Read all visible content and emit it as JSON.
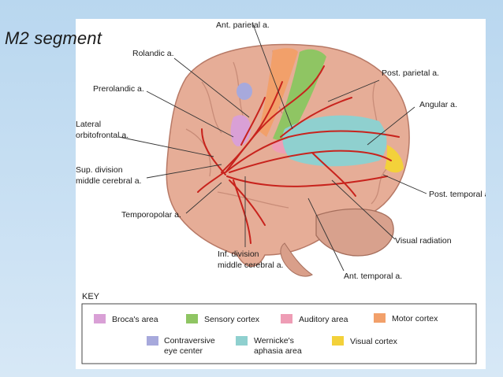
{
  "slide": {
    "title": "M2 segment"
  },
  "labels": {
    "ant_parietal": "Ant. parietal a.",
    "rolandic": "Rolandic a.",
    "post_parietal": "Post. parietal a.",
    "prerolandic": "Prerolandic a.",
    "angular": "Angular a.",
    "lateral_orbito_1": "Lateral",
    "lateral_orbito_2": "orbitofrontal a.",
    "sup_division_1": "Sup. division",
    "sup_division_2": "middle cerebral a.",
    "post_temporal": "Post. temporal a.",
    "temporopolar": "Temporopolar a.",
    "visual_radiation": "Visual radiation",
    "inf_division_1": "Inf. division",
    "inf_division_2": "middle cerebral a.",
    "ant_temporal": "Ant. temporal a."
  },
  "key": {
    "title": "KEY",
    "items": [
      {
        "label": "Broca's area",
        "color": "#d9a0d6"
      },
      {
        "label": "Sensory cortex",
        "color": "#8fc563"
      },
      {
        "label": "Auditory area",
        "color": "#ee9db5"
      },
      {
        "label": "Motor cortex",
        "color": "#f2a06a"
      },
      {
        "label_1": "Contraversive",
        "label_2": "eye center",
        "color": "#a7a9dc"
      },
      {
        "label_1": "Wernicke's",
        "label_2": "aphasia area",
        "color": "#8fd0cf"
      },
      {
        "label": "Visual cortex",
        "color": "#f3d13a"
      }
    ]
  },
  "colors": {
    "brain": "#e6ad97",
    "cerebellum": "#d8a18d",
    "artery": "#c8231d",
    "leader": "#333333"
  }
}
